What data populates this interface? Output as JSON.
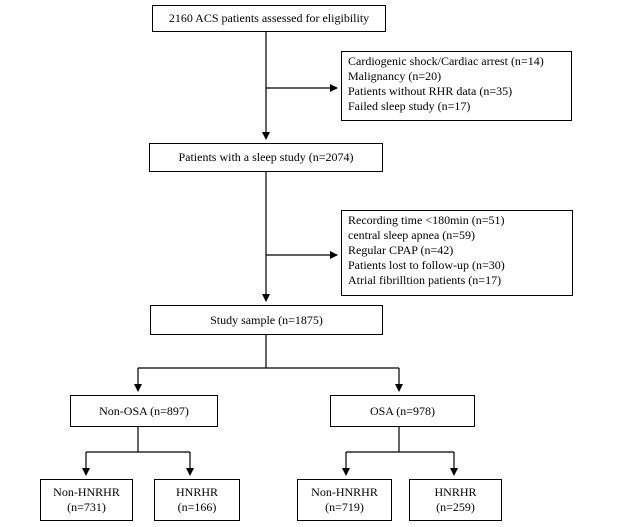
{
  "flowchart": {
    "assessed": "2160 ACS patients assessed for eligibility",
    "exclusion1": [
      "Cardiogenic shock/Cardiac arrest (n=14)",
      "Malignancy (n=20)",
      "Patients without RHR data (n=35)",
      "Failed sleep study (n=17)"
    ],
    "sleep_study": "Patients with a sleep study (n=2074)",
    "exclusion2": [
      "Recording time <180min (n=51)",
      "central sleep apnea (n=59)",
      "Regular CPAP (n=42)",
      "Patients lost to follow-up (n=30)",
      "Atrial fibrilltion patients (n=17)"
    ],
    "sample": "Study sample (n=1875)",
    "non_osa": "Non-OSA (n=897)",
    "osa": "OSA (n=978)",
    "non_osa_children": [
      {
        "label": "Non-HNRHR",
        "count": "(n=731)"
      },
      {
        "label": "HNRHR",
        "count": "(n=166)"
      }
    ],
    "osa_children": [
      {
        "label": "Non-HNRHR",
        "count": "(n=719)"
      },
      {
        "label": "HNRHR",
        "count": "(n=259)"
      }
    ]
  }
}
